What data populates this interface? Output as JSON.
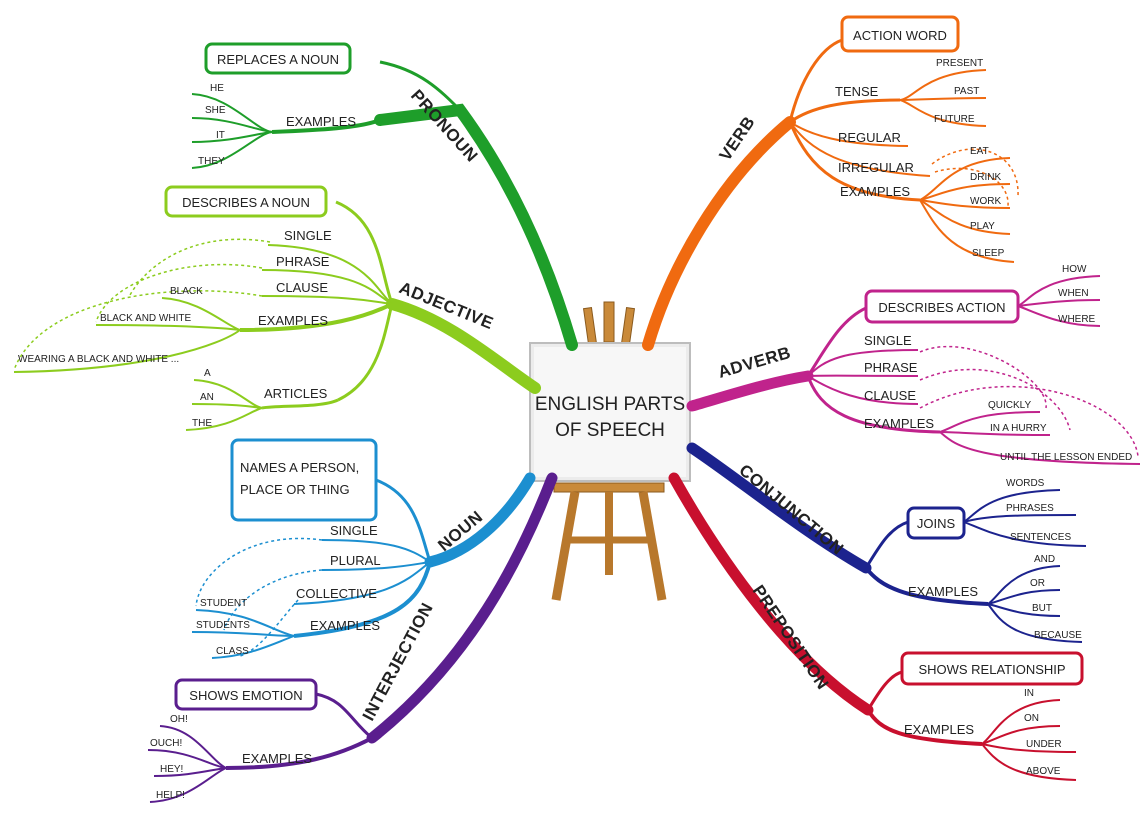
{
  "center": {
    "line1": "ENGLISH PARTS",
    "line2": "OF SPEECH"
  },
  "pronoun": {
    "title": "PRONOUN",
    "definition": "REPLACES A NOUN",
    "examples_label": "EXAMPLES",
    "examples": [
      "HE",
      "SHE",
      "IT",
      "THEY"
    ]
  },
  "adjective": {
    "title": "ADJECTIVE",
    "definition": "DESCRIBES A NOUN",
    "forms": [
      "SINGLE",
      "PHRASE",
      "CLAUSE"
    ],
    "examples_label": "EXAMPLES",
    "examples": [
      "BLACK",
      "BLACK AND WHITE",
      "WEARING A BLACK AND WHITE ..."
    ],
    "articles_label": "ARTICLES",
    "articles": [
      "A",
      "AN",
      "THE"
    ]
  },
  "noun": {
    "title": "NOUN",
    "definition_line1": "NAMES A PERSON,",
    "definition_line2": "PLACE OR THING",
    "forms": [
      "SINGLE",
      "PLURAL",
      "COLLECTIVE"
    ],
    "examples_label": "EXAMPLES",
    "examples": [
      "STUDENT",
      "STUDENTS",
      "CLASS"
    ]
  },
  "interjection": {
    "title": "INTERJECTION",
    "definition": "SHOWS EMOTION",
    "examples_label": "EXAMPLES",
    "examples": [
      "OH!",
      "OUCH!",
      "HEY!",
      "HELP!"
    ]
  },
  "verb": {
    "title": "VERB",
    "definition": "ACTION WORD",
    "tense_label": "TENSE",
    "tenses": [
      "PRESENT",
      "PAST",
      "FUTURE"
    ],
    "regular": "REGULAR",
    "irregular": "IRREGULAR",
    "examples_label": "EXAMPLES",
    "examples": [
      "EAT",
      "DRINK",
      "WORK",
      "PLAY",
      "SLEEP"
    ]
  },
  "adverb": {
    "title": "ADVERB",
    "definition": "DESCRIBES ACTION",
    "questions": [
      "HOW",
      "WHEN",
      "WHERE"
    ],
    "forms": [
      "SINGLE",
      "PHRASE",
      "CLAUSE"
    ],
    "examples_label": "EXAMPLES",
    "examples": [
      "QUICKLY",
      "IN A HURRY",
      "UNTIL THE LESSON ENDED"
    ]
  },
  "conjunction": {
    "title": "CONJUNCTION",
    "definition": "JOINS",
    "joins": [
      "WORDS",
      "PHRASES",
      "SENTENCES"
    ],
    "examples_label": "EXAMPLES",
    "examples": [
      "AND",
      "OR",
      "BUT",
      "BECAUSE"
    ]
  },
  "preposition": {
    "title": "PREPOSITION",
    "definition": "SHOWS RELATIONSHIP",
    "examples_label": "EXAMPLES",
    "examples": [
      "IN",
      "ON",
      "UNDER",
      "ABOVE"
    ]
  },
  "colors": {
    "pronoun": "#1e9e2a",
    "adjective": "#8ccc1e",
    "noun": "#1c8fd0",
    "interjection": "#5a1e8e",
    "verb": "#f06a10",
    "adverb": "#c0238c",
    "conjunction": "#1c238e",
    "preposition": "#c8102e"
  }
}
